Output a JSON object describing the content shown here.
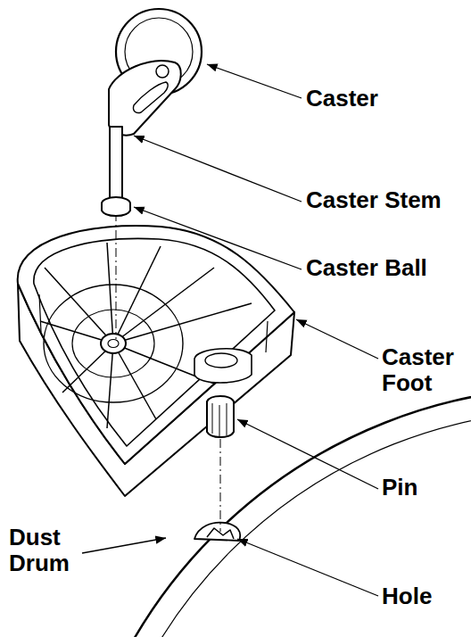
{
  "diagram": {
    "labels": [
      "Caster",
      "Caster Stem",
      "Caster Ball",
      "Caster Foot",
      "Pin",
      "Dust Drum",
      "Hole"
    ]
  }
}
